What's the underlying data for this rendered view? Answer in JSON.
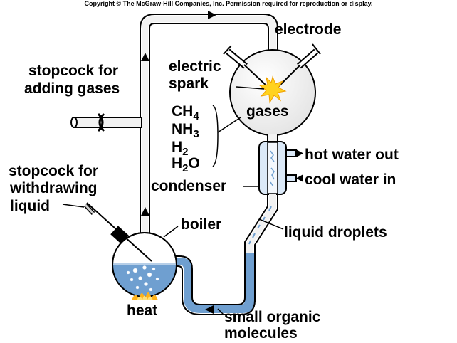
{
  "copyright": "Copyright © The McGraw-Hill Companies, Inc. Permission required for reproduction or display.",
  "labels": {
    "electrode": "electrode",
    "electric_spark": [
      "electric",
      "spark"
    ],
    "gases": "gases",
    "stopcock_adding": [
      "stopcock for",
      "adding gases"
    ],
    "stopcock_withdrawing": [
      "stopcock for",
      "withdrawing",
      "liquid"
    ],
    "hot_water_out": "hot water out",
    "cool_water_in": "cool water in",
    "condenser": "condenser",
    "boiler": "boiler",
    "liquid_droplets": "liquid droplets",
    "heat": "heat",
    "small_organic": [
      "small organic",
      "molecules"
    ]
  },
  "gas_formulas": [
    {
      "base": "CH",
      "sub": "4"
    },
    {
      "base": "NH",
      "sub": "3"
    },
    {
      "base": "H",
      "sub": "2"
    },
    {
      "base": "H",
      "sub": "2",
      "tail": "O"
    }
  ],
  "colors": {
    "water": "#6f9fd0",
    "water_light": "#b9d3ee",
    "glass_outline": "#000000",
    "spark": "#ffd21f",
    "flame": "#ffb21a"
  }
}
